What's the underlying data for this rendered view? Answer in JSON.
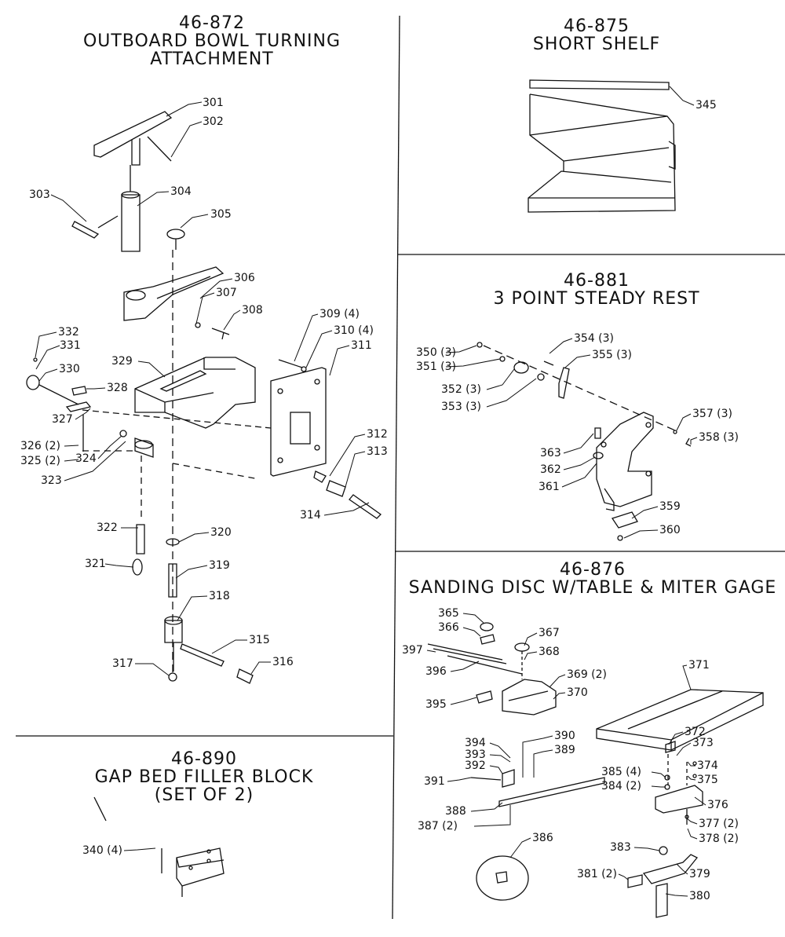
{
  "sections": {
    "outboard": {
      "number": "46-872",
      "line1": "OUTBOARD BOWL TURNING",
      "line2": "ATTACHMENT"
    },
    "shelf": {
      "number": "46-875",
      "line1": "SHORT SHELF"
    },
    "steady": {
      "number": "46-881",
      "line1": "3 POINT STEADY REST"
    },
    "sanding": {
      "number": "46-876",
      "line1": "SANDING DISC W/TABLE & MITER GAGE"
    },
    "gap": {
      "number": "46-890",
      "line1": "GAP BED FILLER BLOCK",
      "line2": "(SET OF 2)"
    }
  },
  "callouts": {
    "p301": "301",
    "p302": "302",
    "p303": "303",
    "p304": "304",
    "p305": "305",
    "p306": "306",
    "p307": "307",
    "p308": "308",
    "p309": "309 (4)",
    "p310": "310 (4)",
    "p311": "311",
    "p312": "312",
    "p313": "313",
    "p314": "314",
    "p315": "315",
    "p316": "316",
    "p317": "317",
    "p318": "318",
    "p319": "319",
    "p320": "320",
    "p321": "321",
    "p322": "322",
    "p323": "323",
    "p324": "324",
    "p325": "325 (2)",
    "p326": "326 (2)",
    "p327": "327",
    "p328": "328",
    "p329": "329",
    "p330": "330",
    "p331": "331",
    "p332": "332",
    "p340": "340 (4)",
    "p345": "345",
    "p350": "350 (3)",
    "p351": "351 (3)",
    "p352": "352 (3)",
    "p353": "353 (3)",
    "p354": "354 (3)",
    "p355": "355 (3)",
    "p357": "357 (3)",
    "p358": "358 (3)",
    "p359": "359",
    "p360": "360",
    "p361": "361",
    "p362": "362",
    "p363": "363",
    "p365": "365",
    "p366": "366",
    "p367": "367",
    "p368": "368",
    "p369": "369 (2)",
    "p370": "370",
    "p371": "371",
    "p372": "372",
    "p373": "373",
    "p374": "374",
    "p375": "375",
    "p376": "376",
    "p377": "377 (2)",
    "p378": "378 (2)",
    "p379": "379",
    "p380": "380",
    "p381": "381 (2)",
    "p383": "383",
    "p384": "384 (2)",
    "p385": "385 (4)",
    "p386": "386",
    "p387": "387 (2)",
    "p388": "388",
    "p389": "389",
    "p390": "390",
    "p391": "391",
    "p392": "392",
    "p393": "393",
    "p394": "394",
    "p395": "395",
    "p396": "396",
    "p397": "397"
  }
}
